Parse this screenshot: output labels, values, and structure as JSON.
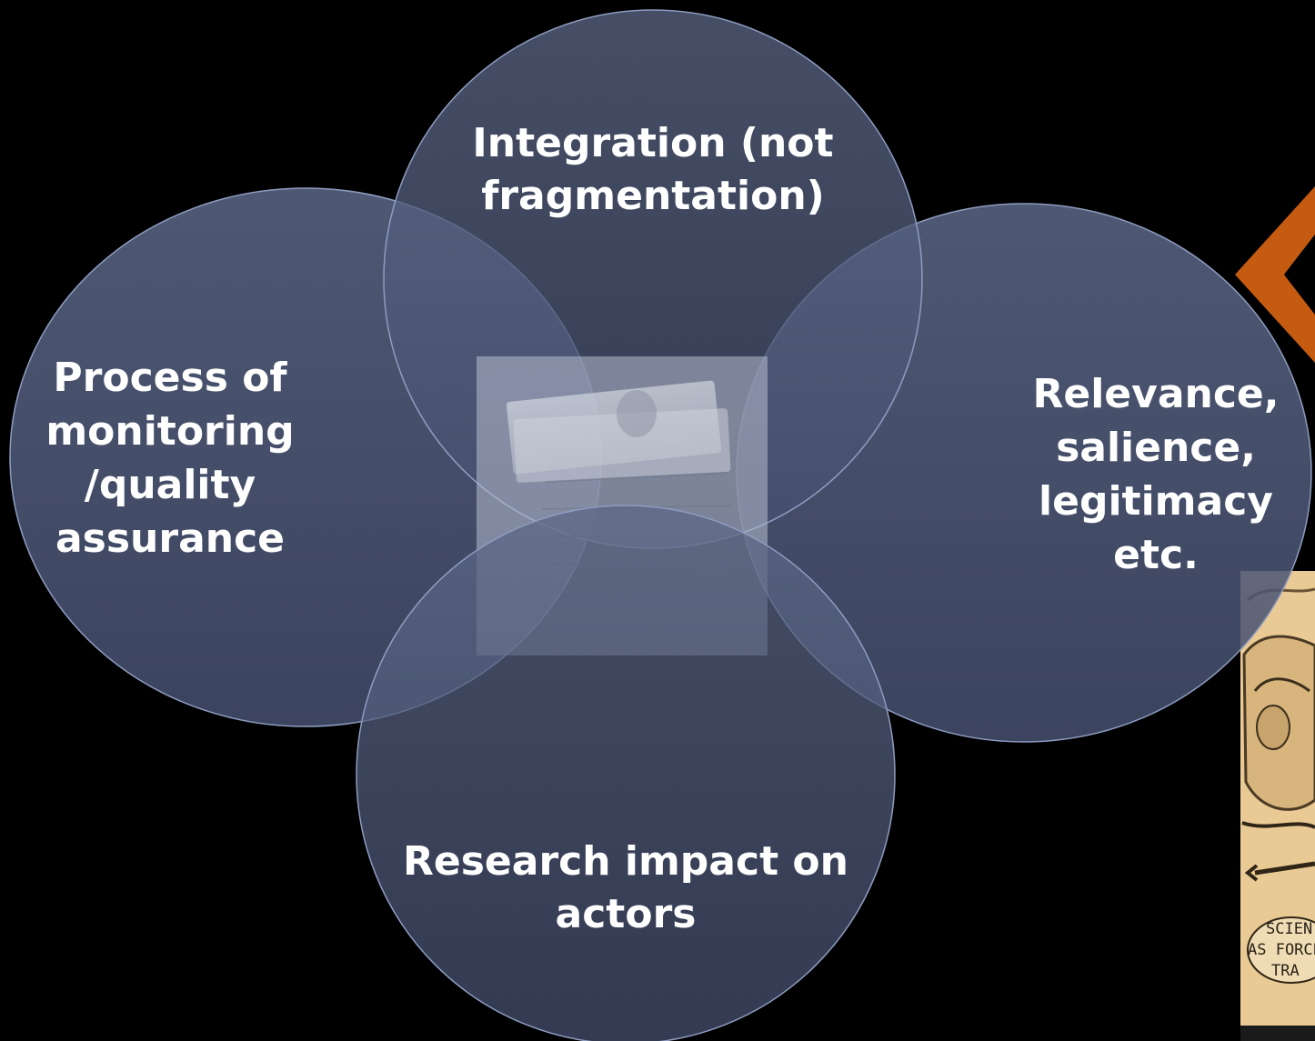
{
  "diagram": {
    "circles": [
      {
        "id": "top",
        "label_lines": [
          "Integration (not",
          "fragmentation)"
        ]
      },
      {
        "id": "left",
        "label_lines": [
          "Process of",
          "monitoring",
          "/quality",
          "assurance"
        ]
      },
      {
        "id": "right",
        "label_lines": [
          "Relevance,",
          "salience,",
          "legitimacy",
          "etc."
        ]
      },
      {
        "id": "bottom",
        "label_lines": [
          "Research impact on",
          "actors"
        ]
      }
    ],
    "center_image": "stack-of-banknotes",
    "side_image": "cartoon-sketch",
    "side_image_text": [
      "SCIEN",
      "AS FORCE",
      "TRA"
    ],
    "side_decoration": "orange-chevron"
  },
  "colors": {
    "background": "#000000",
    "circle_fill": "#5a6a92",
    "circle_stroke": "#8fa0c8",
    "label_text": "#ffffff",
    "chevron": "#c25a12",
    "cartoon_bg": "#e8c58a"
  }
}
